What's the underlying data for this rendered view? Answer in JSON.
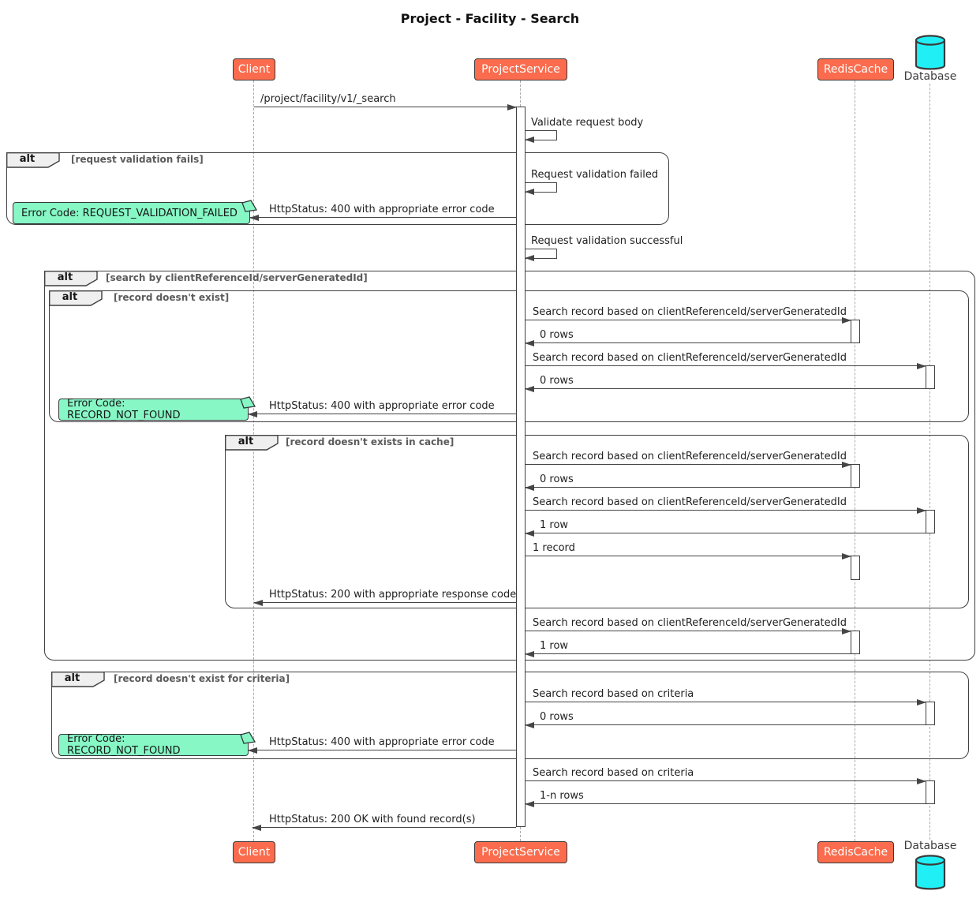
{
  "title": "Project - Facility - Search",
  "participants": {
    "client": "Client",
    "service": "ProjectService",
    "cache": "RedisCache",
    "database": "Database"
  },
  "frames": {
    "alt_label": "alt",
    "request_validation_fails": "[request validation fails]",
    "search_by_id": "[search by clientReferenceId/serverGeneratedId]",
    "record_doesnt_exist": "[record doesn't exist]",
    "record_doesnt_exist_in_cache": "[record doesn't exists in cache]",
    "record_doesnt_exist_for_criteria": "[record doesn't exist for criteria]"
  },
  "notes": {
    "request_validation_failed": "Error Code: REQUEST_VALIDATION_FAILED",
    "record_not_found": "Error Code: RECORD_NOT_FOUND"
  },
  "messages": {
    "search_endpoint": "/project/facility/v1/_search",
    "validate_body": "Validate request body",
    "validation_failed": "Request validation failed",
    "http_400_error": "HttpStatus: 400 with appropriate error code",
    "validation_successful": "Request validation successful",
    "search_by_reference": "Search record based on clientReferenceId/serverGeneratedId",
    "zero_rows": "0 rows",
    "one_row": "1 row",
    "one_record": "1 record",
    "http_200_response": "HttpStatus: 200 with appropriate response code",
    "search_by_criteria": "Search record based on criteria",
    "one_n_rows": "1-n rows",
    "http_200_ok": "HttpStatus: 200 OK with found record(s)"
  },
  "colors": {
    "participant_fill": "#FA6C4D",
    "participant_text": "#FDFDFD",
    "note_fill": "#86F7C5",
    "database_fill": "#20F0F6",
    "frame_tab_fill": "#EFEFEF",
    "line": "#454545",
    "condition_text": "#5B5B5B"
  }
}
